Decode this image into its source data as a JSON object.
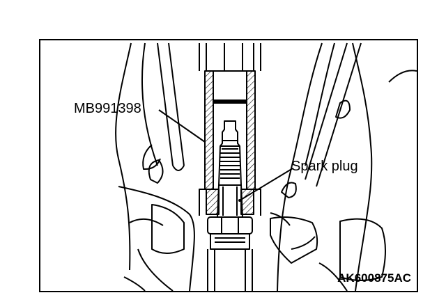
{
  "labels": {
    "tool": "MB991398",
    "part": "Spark plug"
  },
  "reference_code": "AK600875AC",
  "colors": {
    "line": "#000000",
    "background": "#ffffff"
  }
}
